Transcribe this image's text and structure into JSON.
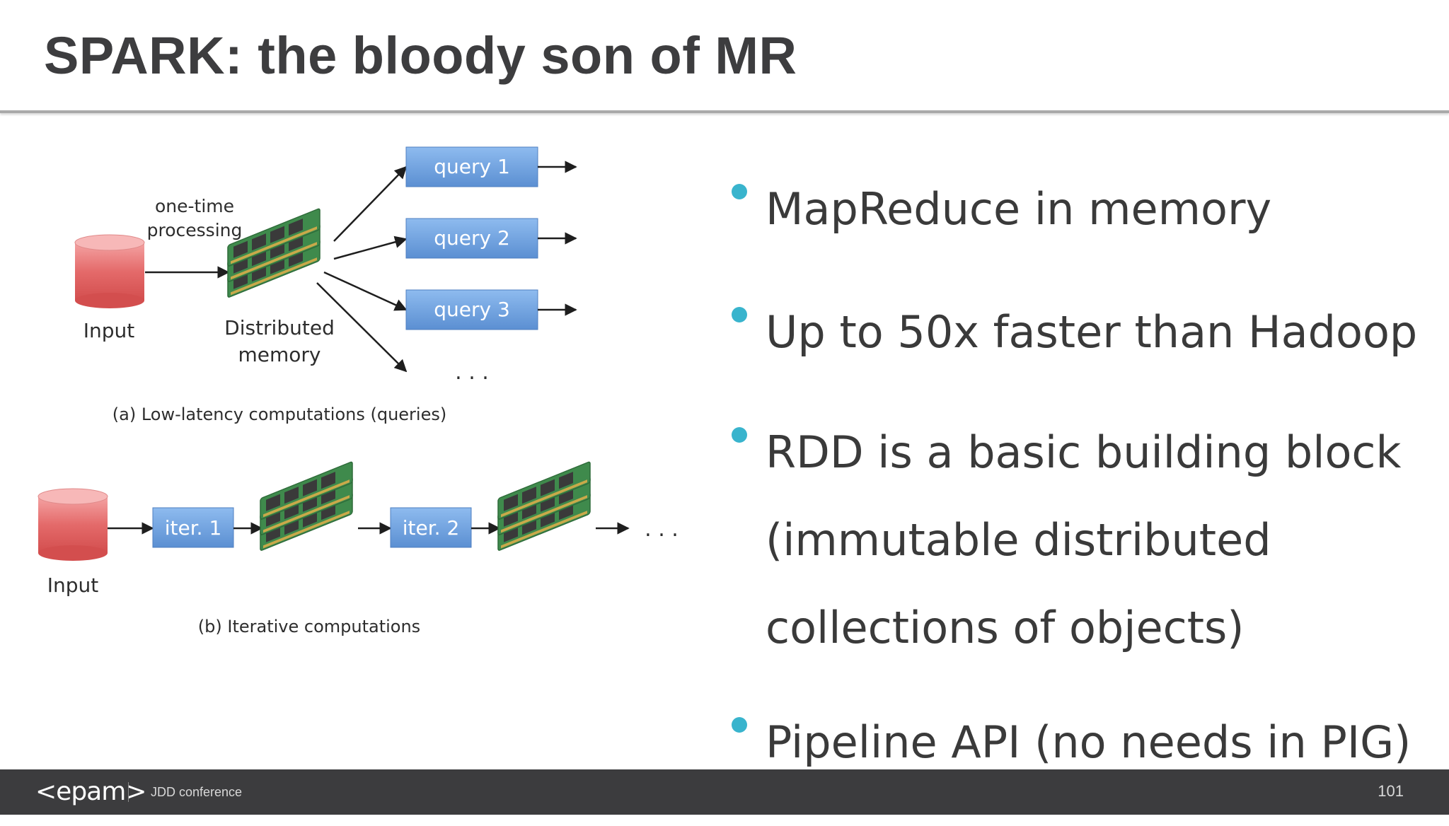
{
  "slide": {
    "title": "SPARK: the bloody son of MR",
    "bullets": [
      "MapReduce in memory",
      "Up to 50x faster than Hadoop",
      "RDD is a basic building block (immutable distributed collections of objects)",
      "Pipeline API (no needs in PIG)"
    ]
  },
  "diagram": {
    "a": {
      "one_time_line1": "one-time",
      "one_time_line2": "processing",
      "input_label": "Input",
      "distributed_line1": "Distributed",
      "distributed_line2": "memory",
      "queries": [
        "query 1",
        "query 2",
        "query 3"
      ],
      "ellipsis": ". . .",
      "caption": "(a) Low-latency computations (queries)"
    },
    "b": {
      "input_label": "Input",
      "iters": [
        "iter. 1",
        "iter. 2"
      ],
      "ellipsis": ". . .",
      "caption": "(b) Iterative computations"
    },
    "colors": {
      "query_box": "#6a9fdc",
      "cylinder": "#e46060",
      "ram_board": "#3f8a4c",
      "chip": "#3a3a3a"
    }
  },
  "footer": {
    "logo": "<epam>",
    "conference": "JDD conference",
    "page_number": "101"
  }
}
